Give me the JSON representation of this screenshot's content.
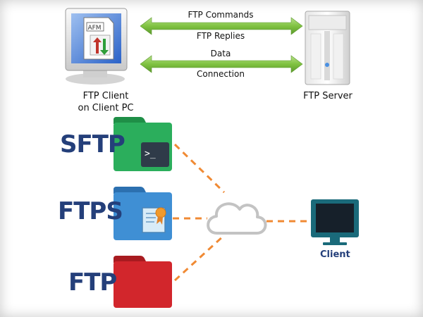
{
  "top_section": {
    "client_app_text": "AFM",
    "client_label_line1": "FTP Client",
    "client_label_line2": "on Client PC",
    "server_label": "FTP Server",
    "arrows": [
      {
        "label_above": "FTP Commands",
        "label_below": "FTP Replies"
      },
      {
        "label_above": "Data",
        "label_below": "Connection"
      }
    ],
    "arrow_color": "#7fc241"
  },
  "bottom_section": {
    "protocols": [
      {
        "label": "SFTP",
        "folder_color": "#2bae5c",
        "icon": "terminal-icon",
        "icon_text": ">_"
      },
      {
        "label": "FTPS",
        "folder_color": "#3f8fd4",
        "icon": "certificate-icon"
      },
      {
        "label": "FTP",
        "folder_color": "#d2262c",
        "icon": "none"
      }
    ],
    "client_label": "Client",
    "line_color": "#f08a34",
    "label_color": "#243f7a",
    "monitor_color": "#1a6a7a"
  }
}
